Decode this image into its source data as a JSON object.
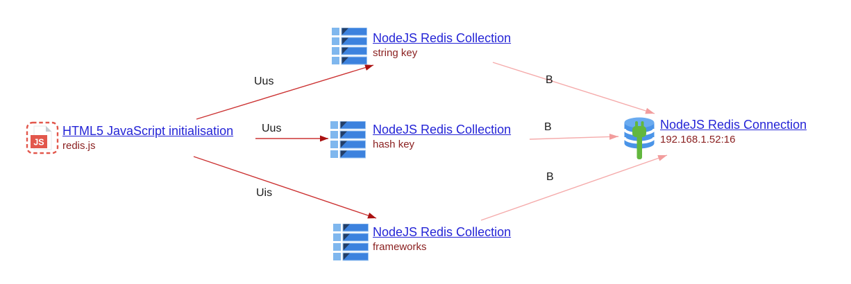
{
  "page": {
    "background": "#ffffff"
  },
  "diagram": {
    "nodes": {
      "source": {
        "title": "HTML5 JavaScript initialisation",
        "subtitle": "redis.js",
        "icon": "js-file-icon",
        "icon_badge": "JS"
      },
      "collection_string": {
        "title": "NodeJS Redis Collection",
        "subtitle": "string key",
        "icon": "list-rows-icon"
      },
      "collection_hash": {
        "title": "NodeJS Redis Collection",
        "subtitle": "hash key",
        "icon": "list-rows-icon"
      },
      "collection_frameworks": {
        "title": "NodeJS Redis Collection",
        "subtitle": "frameworks",
        "icon": "list-rows-icon"
      },
      "connection": {
        "title": "NodeJS Redis Connection",
        "subtitle": "192.168.1.52:16",
        "icon": "database-plug-icon"
      }
    },
    "edges": [
      {
        "label": "Uus",
        "from": "source",
        "to": "collection_string",
        "color": "#cc3333"
      },
      {
        "label": "Uus",
        "from": "source",
        "to": "collection_hash",
        "color": "#cc3333"
      },
      {
        "label": "Uis",
        "from": "source",
        "to": "collection_frameworks",
        "color": "#cc3333"
      },
      {
        "label": "B",
        "from": "collection_string",
        "to": "connection",
        "color": "#f5abab"
      },
      {
        "label": "B",
        "from": "collection_hash",
        "to": "connection",
        "color": "#f5abab"
      },
      {
        "label": "B",
        "from": "collection_frameworks",
        "to": "connection",
        "color": "#f5abab"
      }
    ],
    "colors": {
      "link_blue": "#2424d6",
      "subtitle_maroon": "#8b2121",
      "edge_red": "#cc3333",
      "edge_red_head": "#aa1111",
      "edge_pink": "#f5abab",
      "edge_pink_head": "#f29d9d",
      "label_text": "#1a1a1a"
    }
  }
}
